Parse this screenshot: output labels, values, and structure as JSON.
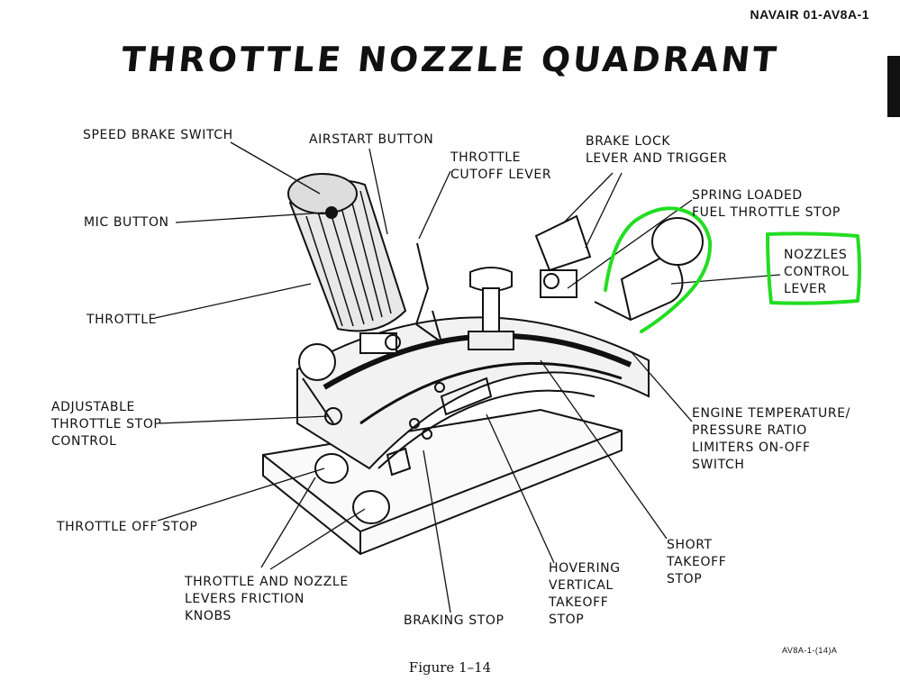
{
  "header": {
    "doc_id": "NAVAIR 01-AV8A-1"
  },
  "title": "THROTTLE NOZZLE QUADRANT",
  "labels": {
    "speed_brake_switch": "SPEED BRAKE SWITCH",
    "airstart_button": "AIRSTART BUTTON",
    "throttle_cutoff_lever": "THROTTLE\nCUTOFF LEVER",
    "brake_lock": "BRAKE LOCK\nLEVER AND TRIGGER",
    "spring_loaded": "SPRING LOADED\nFUEL THROTTLE STOP",
    "nozzles_control_lever": "NOZZLES\nCONTROL\nLEVER",
    "mic_button": "MIC BUTTON",
    "throttle": "THROTTLE",
    "adjustable_throttle_stop": "ADJUSTABLE\nTHROTTLE STOP\nCONTROL",
    "engine_temperature": "ENGINE TEMPERATURE/\nPRESSURE RATIO\nLIMITERS ON-OFF\nSWITCH",
    "throttle_off_stop": "THROTTLE OFF STOP",
    "friction_knobs": "THROTTLE AND NOZZLE\nLEVERS FRICTION\nKNOBS",
    "braking_stop": "BRAKING STOP",
    "hovering_vertical": "HOVERING\nVERTICAL\nTAKEOFF\nSTOP",
    "short_takeoff": "SHORT\nTAKEOFF\nSTOP"
  },
  "caption": "Figure 1–14",
  "figure_ref": "AV8A-1-(14)A",
  "highlight_color": "#22dd22"
}
